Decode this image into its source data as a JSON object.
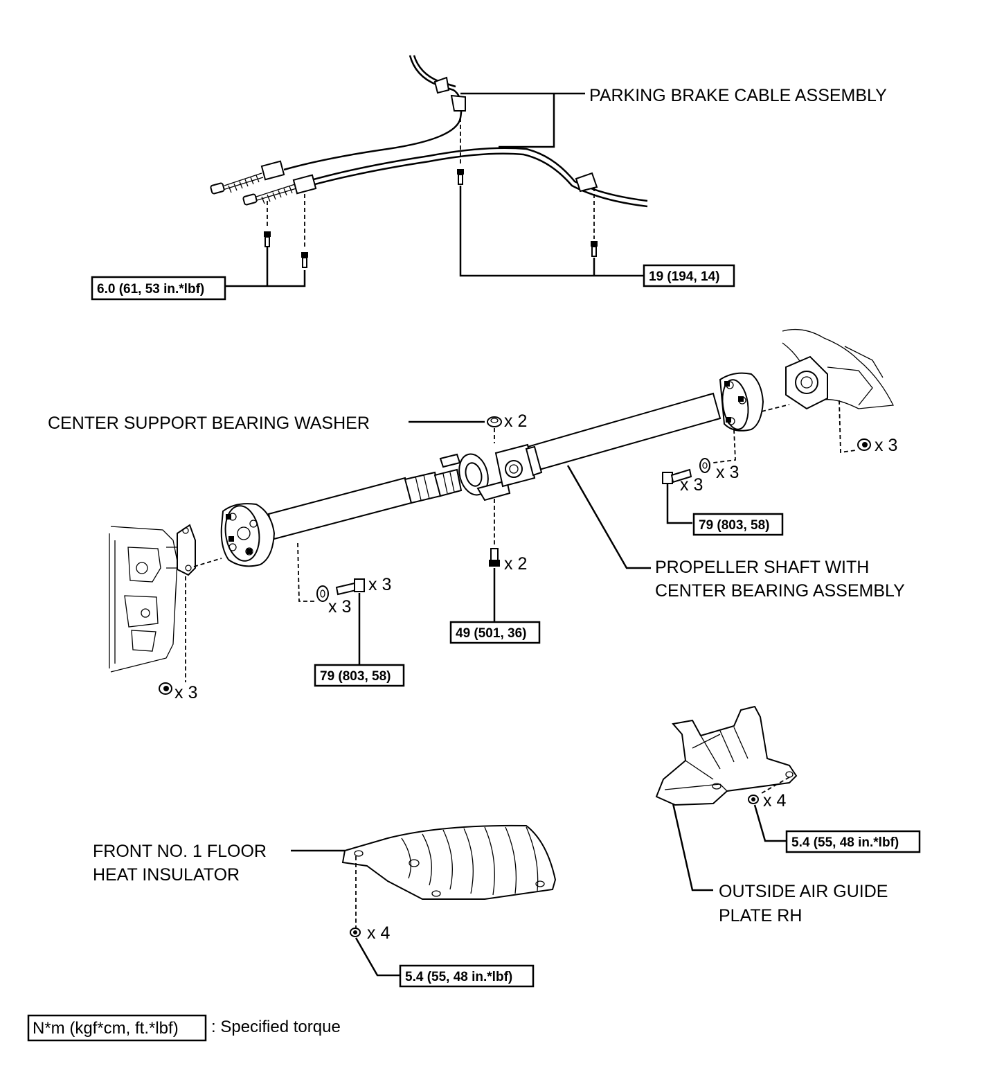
{
  "labels": {
    "parking_brake_cable": "PARKING BRAKE CABLE ASSEMBLY",
    "center_support_washer": "CENTER SUPPORT BEARING WASHER",
    "propeller_shaft_line1": "PROPELLER SHAFT WITH",
    "propeller_shaft_line2": "CENTER BEARING ASSEMBLY",
    "heat_insulator_line1": "FRONT NO. 1 FLOOR",
    "heat_insulator_line2": "HEAT INSULATOR",
    "air_guide_line1": "OUTSIDE AIR GUIDE",
    "air_guide_line2": "PLATE RH"
  },
  "torques": {
    "cable_bolts_left": "6.0 (61, 53 in.*lbf)",
    "cable_bolts_right": "19 (194, 14)",
    "rear_flange_bolts": "79 (803, 58)",
    "center_bearing_bolts": "49 (501, 36)",
    "front_flange_bolts": "79 (803, 58)",
    "air_guide_nuts": "5.4 (55, 48 in.*lbf)",
    "heat_insulator_nuts": "5.4 (55, 48 in.*lbf)"
  },
  "quantities": {
    "washer": "x 2",
    "rear_nuts": "x 3",
    "rear_washers": "x 3",
    "rear_bolts": "x 3",
    "center_bolts": "x 2",
    "front_bolts": "x 3",
    "front_washers": "x 3",
    "front_nuts": "x 3",
    "air_guide_nuts": "x 4",
    "insulator_nuts": "x 4"
  },
  "legend": {
    "unit_box": "N*m (kgf*cm, ft.*lbf)",
    "description": ": Specified torque"
  }
}
